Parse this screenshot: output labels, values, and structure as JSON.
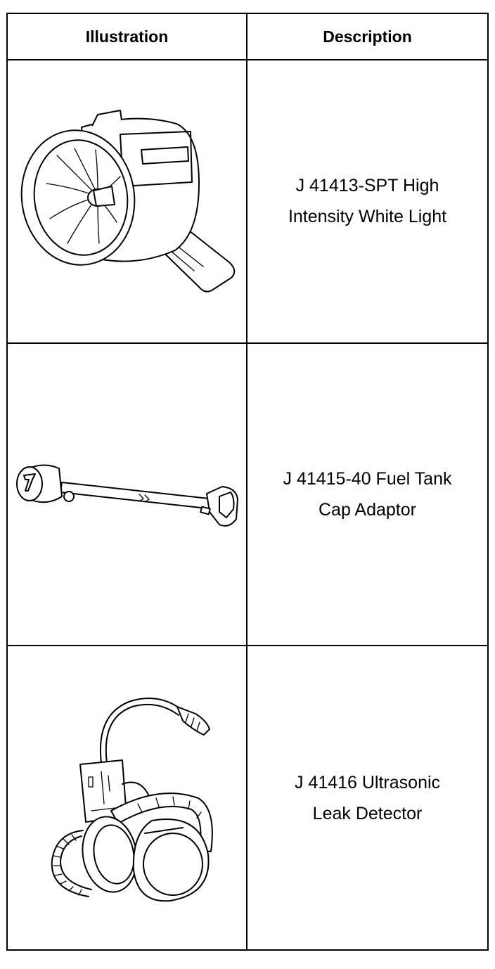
{
  "table": {
    "headers": {
      "illustration": "Illustration",
      "description": "Description"
    },
    "rows": [
      {
        "description": "J 41413-SPT High\nIntensity White Light",
        "icon": "spotlight-illustration"
      },
      {
        "description": "J 41415-40 Fuel Tank\nCap Adaptor",
        "icon": "fuel-cap-adaptor-illustration"
      },
      {
        "description": "J 41416 Ultrasonic\nLeak Detector",
        "icon": "leak-detector-illustration"
      }
    ]
  }
}
